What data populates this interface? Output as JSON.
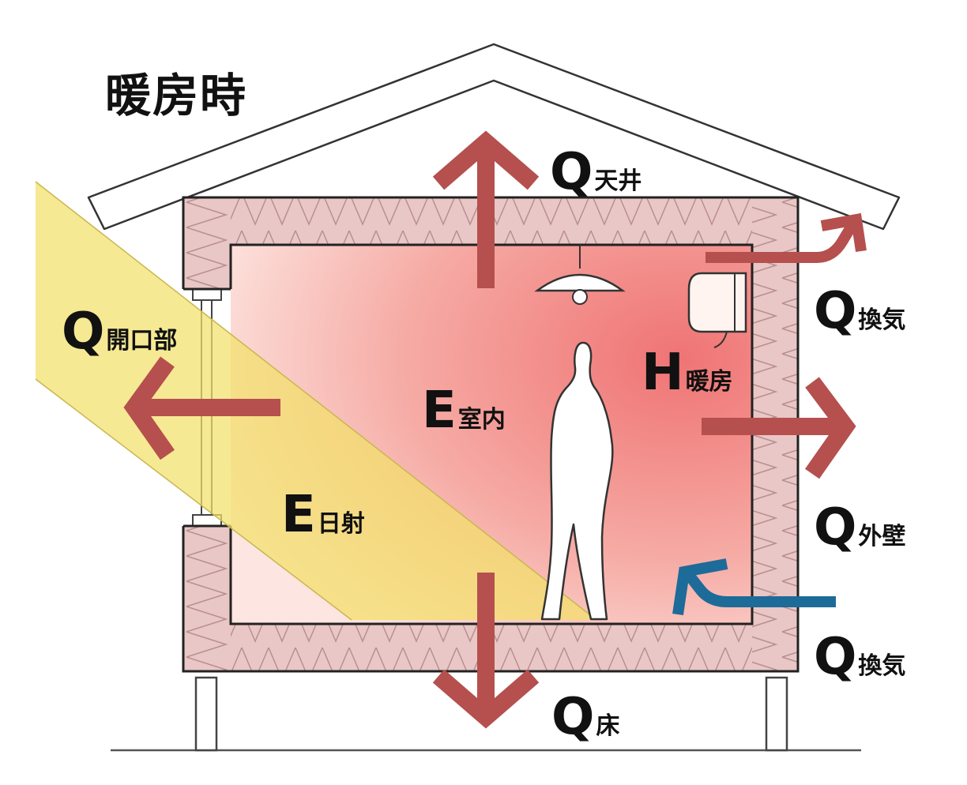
{
  "title": "暖房時",
  "labels": {
    "q_ceiling": {
      "letter": "Q",
      "sub": "天井"
    },
    "q_vent_top": {
      "letter": "Q",
      "sub": "換気"
    },
    "q_opening": {
      "letter": "Q",
      "sub": "開口部"
    },
    "h_heating": {
      "letter": "H",
      "sub": "暖房"
    },
    "e_indoor": {
      "letter": "E",
      "sub": "室内"
    },
    "e_solar": {
      "letter": "E",
      "sub": "日射"
    },
    "q_wall": {
      "letter": "Q",
      "sub": "外壁"
    },
    "q_vent_bottom": {
      "letter": "Q",
      "sub": "換気"
    },
    "q_floor": {
      "letter": "Q",
      "sub": "床"
    }
  },
  "colors": {
    "heat_arrow": "#b5504e",
    "cold_arrow": "#1d6b99",
    "insulation": "#e7c3c3",
    "room_warm": "#ef7d7d",
    "solar_beam": "#f4e27e"
  }
}
